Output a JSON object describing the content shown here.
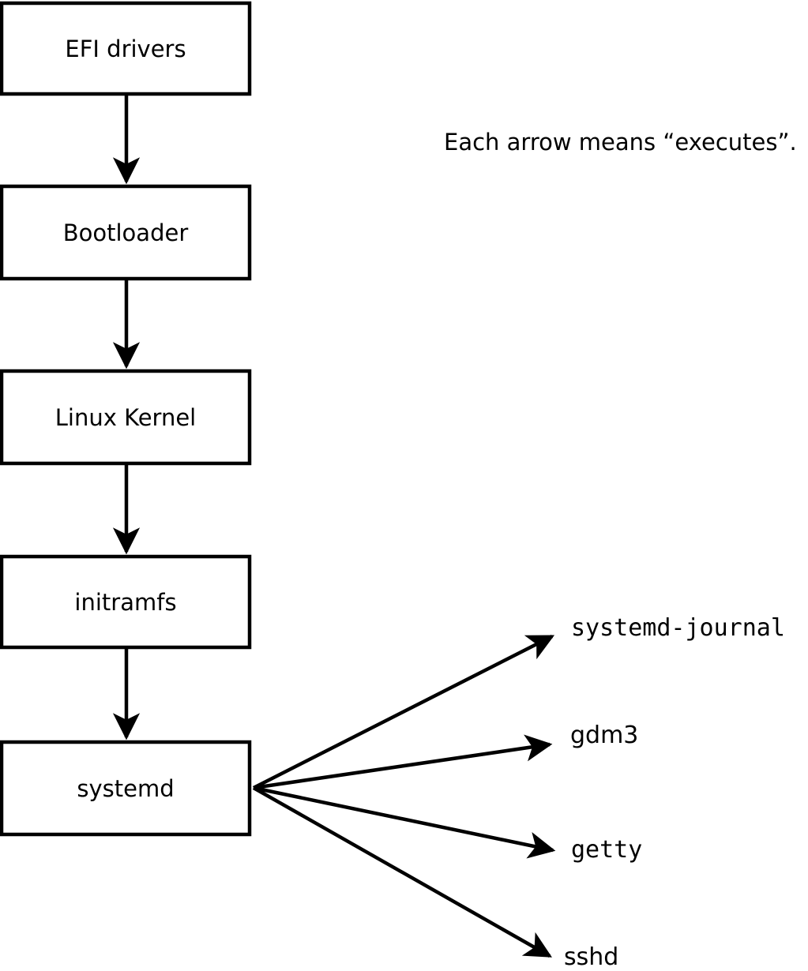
{
  "note": {
    "text": "Each arrow means “executes”."
  },
  "chain": [
    {
      "label": "EFI drivers"
    },
    {
      "label": "Bootloader"
    },
    {
      "label": "Linux Kernel"
    },
    {
      "label": "initramfs"
    },
    {
      "label": "systemd"
    }
  ],
  "services": [
    {
      "label": "systemd-journal"
    },
    {
      "label": "gdm3"
    },
    {
      "label": "getty"
    },
    {
      "label": "sshd"
    }
  ],
  "colors": {
    "line": "#000000",
    "box_fill": "#ffffff",
    "background": "#ffffff"
  }
}
